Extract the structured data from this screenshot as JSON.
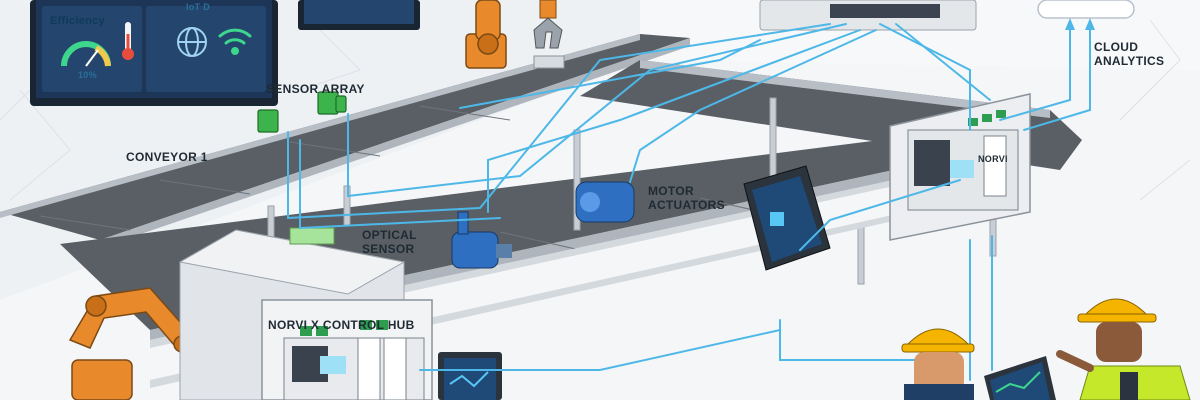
{
  "labels": {
    "sensor_array": "SENSOR ARRAY",
    "conveyor": "CONVEYOR 1",
    "optical_sensor_line1": "OPTICAL",
    "optical_sensor_line2": "SENSOR",
    "motor_actuators_line1": "MOTOR",
    "motor_actuators_line2": "ACTUATORS",
    "control_hub": "NORVI X CONTROL HUB",
    "cloud_line1": "CLOUD",
    "cloud_line2": "ANALYTICS",
    "dashboard_efficiency": "Efficiency",
    "dashboard_gauge_value": "10%",
    "dashboard_iot": "IoT D",
    "controller_brand": "NORVI"
  },
  "colors": {
    "wire": "#4db8e8",
    "robot_arm": "#e8892b",
    "belt": "#5a5f66",
    "frame": "#c9ced4",
    "dashboard_bg": "#1d3557",
    "sensor": "#3cb44b",
    "motor": "#2f6fc1",
    "hardhat": "#f4b400",
    "vest": "#c6e82b"
  },
  "icons": [
    "gauge-icon",
    "thermometer-icon",
    "globe-icon",
    "wifi-icon",
    "cloud-icon"
  ]
}
